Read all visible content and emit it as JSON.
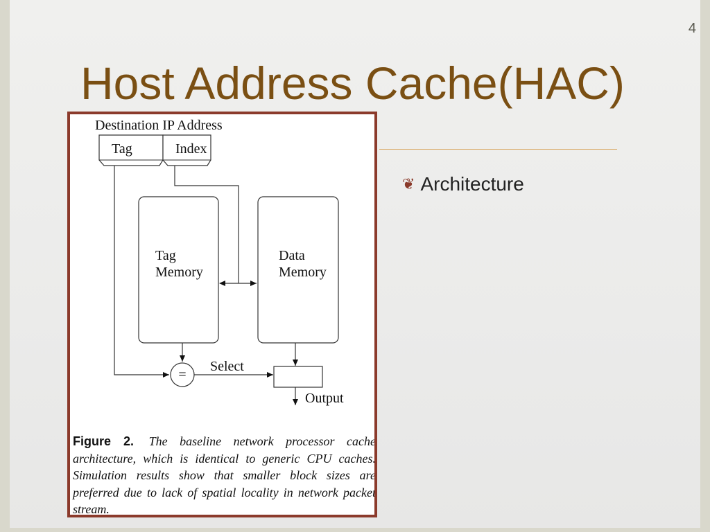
{
  "slide": {
    "page_number": "4",
    "title": "Host Address Cache(HAC)",
    "bullet_icon": "curly-bullet-icon",
    "bullet_text": "Architecture",
    "colors": {
      "title": "#7a4f13",
      "figure_border": "#8b3a2b",
      "rule": "#d9aa67"
    }
  },
  "figure": {
    "header": "Destination IP Address",
    "field_tag": "Tag",
    "field_index": "Index",
    "tag_memory_line1": "Tag",
    "tag_memory_line2": "Memory",
    "data_memory_line1": "Data",
    "data_memory_line2": "Memory",
    "comparator": "=",
    "select_label": "Select",
    "output_label": "Output",
    "caption_label": "Figure 2.",
    "caption_text": "The baseline network processor cache architecture, which is identical to generic CPU caches. Simulation results show that smaller block sizes are preferred due to lack of spatial locality in network packet stream."
  }
}
